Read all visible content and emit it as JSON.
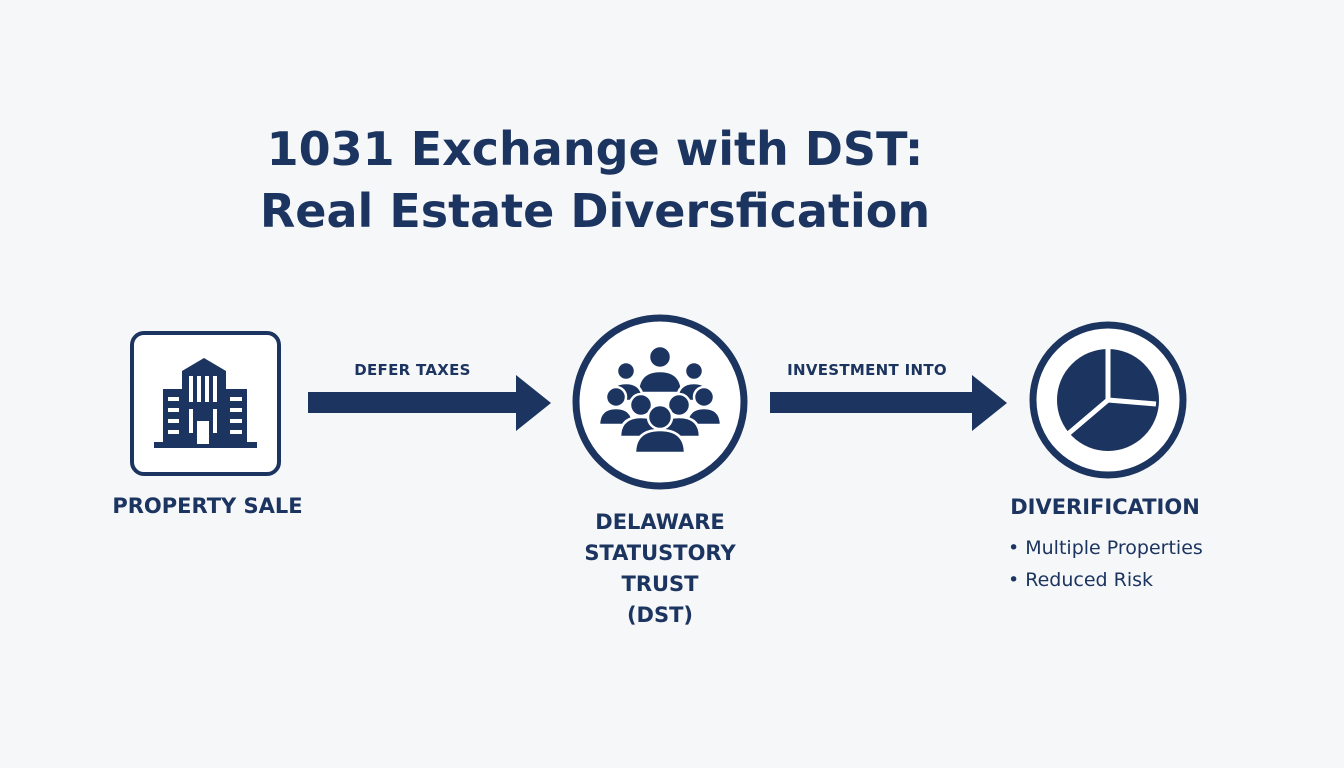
{
  "title": {
    "line1": "1031 Exchange with DST:",
    "line2": "Real Estate Diversfication"
  },
  "nodes": {
    "property_sale": {
      "label": "PROPERTY SALE",
      "icon": "building-icon"
    },
    "dst": {
      "label_lines": [
        "DELAWARE",
        "STATUSTORY",
        "TRUST",
        "(DST)"
      ],
      "icon": "people-group-icon"
    },
    "diversification": {
      "label": "DIVERIFICATION",
      "icon": "pie-chart-icon",
      "bullets": [
        "Multiple Properties",
        "Reduced Risk"
      ]
    }
  },
  "edges": {
    "defer_taxes": "DEFER TAXES",
    "investment_into": "INVESTMENT INTO"
  },
  "colors": {
    "primary": "#1c3460",
    "background": "#f6f7f8"
  }
}
